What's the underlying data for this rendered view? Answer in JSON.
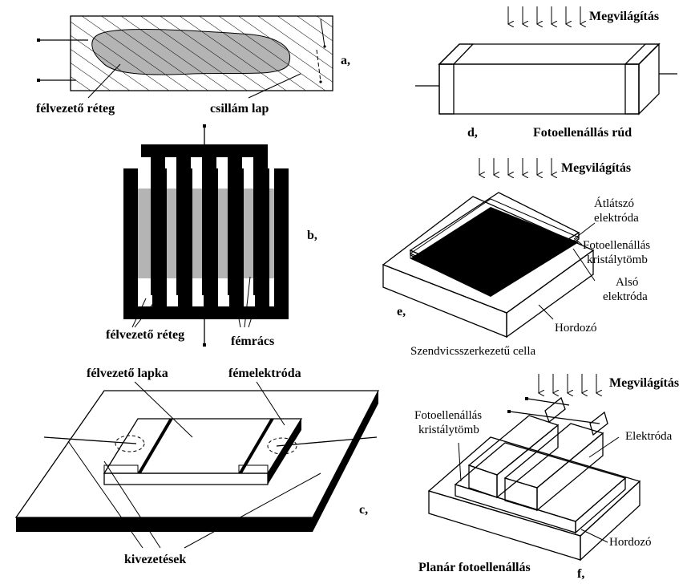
{
  "labels": {
    "a_letter": "a,",
    "a_semiconductor": "félvezető réteg",
    "a_mica": "csillám lap",
    "b_letter": "b,",
    "b_semiconductor": "félvezető réteg",
    "b_grid": "fémrács",
    "c_letter": "c,",
    "c_chip": "félvezető lapka",
    "c_electrode": "fémelektróda",
    "c_leads": "kivezetések",
    "d_letter": "d,",
    "d_illumination": "Megvilágítás",
    "d_rod": "Fotoellenállás rúd",
    "e_letter": "e,",
    "e_illumination": "Megvilágítás",
    "e_transparent_1": "Átlátszó",
    "e_transparent_2": "elektróda",
    "e_crystal_1": "Fotoellenállás",
    "e_crystal_2": "kristálytömb",
    "e_lower_1": "Alsó",
    "e_lower_2": "elektróda",
    "e_substrate": "Hordozó",
    "e_caption": "Szendvicsszerkezetű cella",
    "f_letter": "f,",
    "f_illumination": "Megvilágítás",
    "f_crystal_1": "Fotoellenállás",
    "f_crystal_2": "kristálytömb",
    "f_electrode": "Elektróda",
    "f_substrate": "Hordozó",
    "f_caption": "Planár fotoellenállás"
  },
  "colors": {
    "stroke": "#000000",
    "gray_fill": "#b4b4b4",
    "dark_fill": "#7a7a7a",
    "black": "#000000",
    "white": "#ffffff"
  }
}
